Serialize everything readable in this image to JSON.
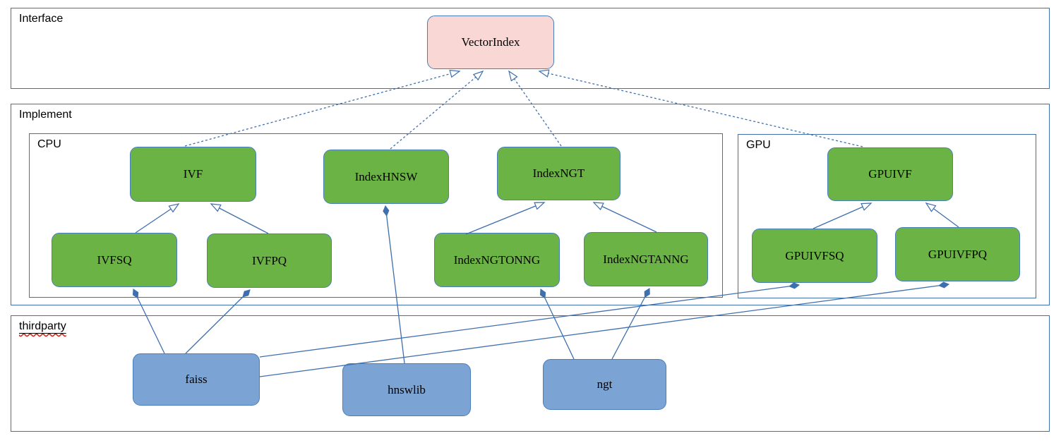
{
  "sections": {
    "interface": {
      "label": "Interface"
    },
    "implement": {
      "label": "Implement"
    },
    "cpu": {
      "label": "CPU"
    },
    "gpu": {
      "label": "GPU"
    },
    "thirdparty": {
      "label": "thirdparty"
    }
  },
  "nodes": {
    "vectorindex": {
      "label": "VectorIndex",
      "section": "interface",
      "fill": "#f9d7d5"
    },
    "ivf": {
      "label": "IVF",
      "section": "cpu",
      "fill": "#6bb344"
    },
    "indexhnsw": {
      "label": "IndexHNSW",
      "section": "cpu",
      "fill": "#6bb344"
    },
    "indexngt": {
      "label": "IndexNGT",
      "section": "cpu",
      "fill": "#6bb344"
    },
    "ivfsq": {
      "label": "IVFSQ",
      "section": "cpu",
      "fill": "#6bb344"
    },
    "ivfpq": {
      "label": "IVFPQ",
      "section": "cpu",
      "fill": "#6bb344"
    },
    "indexngtonng": {
      "label": "IndexNGTONNG",
      "section": "cpu",
      "fill": "#6bb344"
    },
    "indexngtanng": {
      "label": "IndexNGTANNG",
      "section": "cpu",
      "fill": "#6bb344"
    },
    "gpuivf": {
      "label": "GPUIVF",
      "section": "gpu",
      "fill": "#6bb344"
    },
    "gpuivfsq": {
      "label": "GPUIVFSQ",
      "section": "gpu",
      "fill": "#6bb344"
    },
    "gpuivfpq": {
      "label": "GPUIVFPQ",
      "section": "gpu",
      "fill": "#6bb344"
    },
    "faiss": {
      "label": "faiss",
      "section": "thirdparty",
      "fill": "#7ba3d4"
    },
    "hnswlib": {
      "label": "hnswlib",
      "section": "thirdparty",
      "fill": "#7ba3d4"
    },
    "ngt": {
      "label": "ngt",
      "section": "thirdparty",
      "fill": "#7ba3d4"
    }
  },
  "edges": [
    {
      "from": "ivf",
      "to": "vectorindex",
      "relation": "realization",
      "style": "dashed-hollow-arrow"
    },
    {
      "from": "indexhnsw",
      "to": "vectorindex",
      "relation": "realization",
      "style": "dashed-hollow-arrow"
    },
    {
      "from": "indexngt",
      "to": "vectorindex",
      "relation": "realization",
      "style": "dashed-hollow-arrow"
    },
    {
      "from": "gpuivf",
      "to": "vectorindex",
      "relation": "realization",
      "style": "dashed-hollow-arrow"
    },
    {
      "from": "ivfsq",
      "to": "ivf",
      "relation": "generalization",
      "style": "solid-hollow-arrow"
    },
    {
      "from": "ivfpq",
      "to": "ivf",
      "relation": "generalization",
      "style": "solid-hollow-arrow"
    },
    {
      "from": "indexngtonng",
      "to": "indexngt",
      "relation": "generalization",
      "style": "solid-hollow-arrow"
    },
    {
      "from": "indexngtanng",
      "to": "indexngt",
      "relation": "generalization",
      "style": "solid-hollow-arrow"
    },
    {
      "from": "gpuivfsq",
      "to": "gpuivf",
      "relation": "generalization",
      "style": "solid-hollow-arrow"
    },
    {
      "from": "gpuivfpq",
      "to": "gpuivf",
      "relation": "generalization",
      "style": "solid-hollow-arrow"
    },
    {
      "from": "faiss",
      "to": "ivfsq",
      "relation": "composition",
      "style": "solid-filled-diamond"
    },
    {
      "from": "faiss",
      "to": "ivfpq",
      "relation": "composition",
      "style": "solid-filled-diamond"
    },
    {
      "from": "hnswlib",
      "to": "indexhnsw",
      "relation": "composition",
      "style": "solid-filled-diamond"
    },
    {
      "from": "ngt",
      "to": "indexngtonng",
      "relation": "composition",
      "style": "solid-filled-diamond"
    },
    {
      "from": "ngt",
      "to": "indexngtanng",
      "relation": "composition",
      "style": "solid-filled-diamond"
    },
    {
      "from": "faiss",
      "to": "gpuivfsq",
      "relation": "composition",
      "style": "solid-filled-diamond"
    },
    {
      "from": "faiss",
      "to": "gpuivfpq",
      "relation": "composition",
      "style": "solid-filled-diamond"
    }
  ],
  "colors": {
    "node_green": "#6bb344",
    "node_pink": "#f9d7d5",
    "node_blue": "#7ba3d4",
    "node_border": "#4a7ebb",
    "section_border": "#3e6fae",
    "connector": "#3e6fae",
    "squiggle_red": "#cc2a1e",
    "text": "#000000"
  }
}
